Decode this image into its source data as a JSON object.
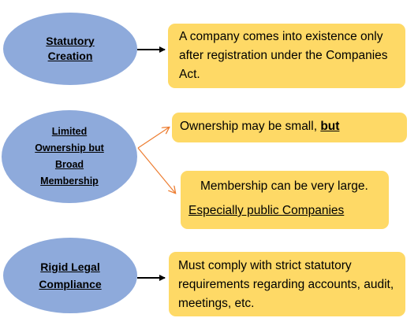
{
  "rows": [
    {
      "label": "Statutory Creation",
      "description": "A company comes into existence only after registration under the Companies Act."
    },
    {
      "label": "Limited Ownership but Broad Membership",
      "ownership_text": "Ownership may be small, ",
      "ownership_emphasis": "but",
      "membership_text": "Membership can be very large.",
      "membership_note": "Especially public Companies"
    },
    {
      "label": "Rigid Legal Compliance",
      "description": "Must comply with strict statutory requirements regarding accounts, audit, meetings, etc."
    }
  ],
  "colors": {
    "ellipse_fill": "#8eaadb",
    "box_fill": "#fed966",
    "connector_black": "#000000",
    "connector_orange": "#ed7d31"
  }
}
